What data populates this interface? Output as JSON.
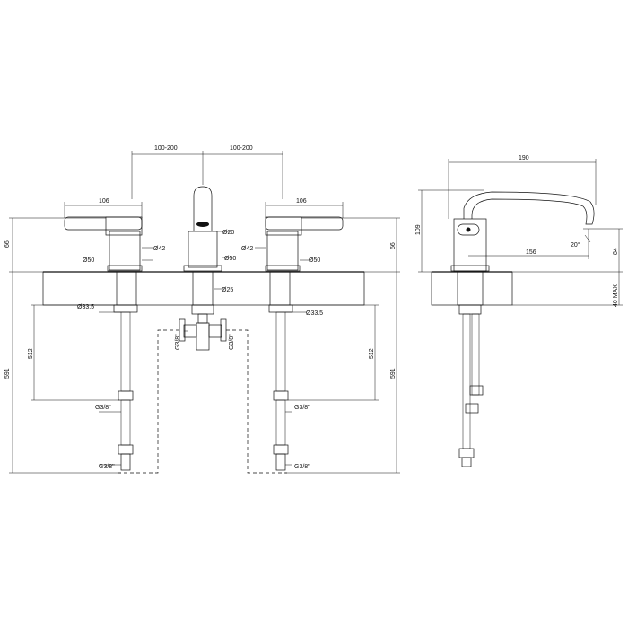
{
  "dimensions": {
    "spread_left": "100-200",
    "spread_right": "100-200",
    "handle_len_left": "106",
    "handle_len_right": "106",
    "handle_height_left": "66",
    "handle_height_right": "66",
    "dia_42_left": "Ø42",
    "dia_42_right": "Ø42",
    "dia_50_left": "Ø50",
    "dia_50_center": "Ø50",
    "dia_50_right": "Ø50",
    "dia_20": "Ø20",
    "dia_25": "Ø25",
    "dia_335_left": "Ø33.5",
    "dia_335_right": "Ø33.5",
    "len_512_left": "512",
    "len_512_right": "512",
    "len_591_left": "591",
    "len_591_right": "591",
    "thread_left_mid": "G3/8\"",
    "thread_left_low": "G3/8\"",
    "thread_right_mid": "G3/8\"",
    "thread_right_low": "G3/8\"",
    "thread_tee_left": "G3/8\"",
    "thread_tee_right": "G3/8\"",
    "side_width_190": "190",
    "side_height_109": "109",
    "side_reach_156": "156",
    "side_height_84": "84",
    "side_angle": "20°",
    "side_deck_max": "40 MAX"
  }
}
